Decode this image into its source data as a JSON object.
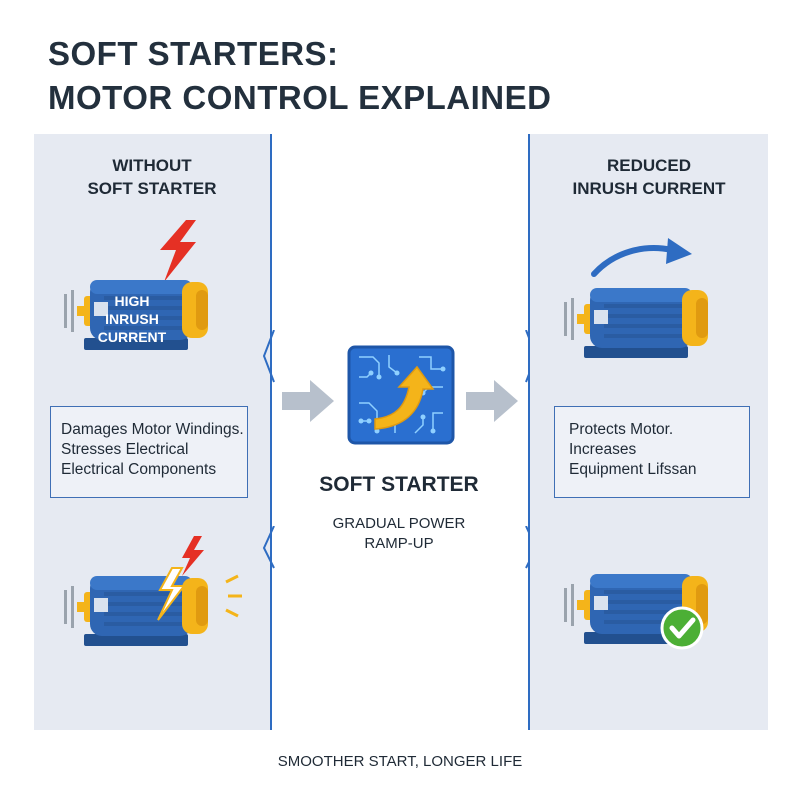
{
  "title": {
    "line1": "SOFT STARTERS:",
    "line2": "MOTOR CONTROL EXPLAINED"
  },
  "left_panel": {
    "heading_line1": "WITHOUT",
    "heading_line2": "SOFT STARTER",
    "motor_label_line1": "HIGH",
    "motor_label_line2": "INRUSH",
    "motor_label_line3": "CURRENT",
    "box_line1": "Damages Motor Windings.",
    "box_line2": "Stresses Electrical",
    "box_line3": "Electrical Components"
  },
  "center": {
    "title": "SOFT STARTER",
    "sub_line1": "GRADUAL POWER",
    "sub_line2": "RAMP-UP"
  },
  "right_panel": {
    "heading_line1": "REDUCED",
    "heading_line2": "INRUSH CURRENT",
    "box_line1": "Protects Motor.",
    "box_line2": "Increases",
    "box_line3": "Equipment Lifssan"
  },
  "footer": "SMOOTHER START, LONGER LIFE",
  "colors": {
    "panel_bg": "#e6eaf2",
    "accent_blue": "#2e6cc2",
    "motor_blue": "#2f66b3",
    "motor_dark": "#22508f",
    "end_cap_yellow": "#f4b41a",
    "lightning_red": "#e53024",
    "check_green": "#4caf35",
    "arrow_gray": "#b7c0cc"
  },
  "icons": {
    "left_top": "motor-with-lightning-icon",
    "left_bottom": "sparking-motor-icon",
    "center": "circuit-chip-icon",
    "right_top": "motor-with-smooth-arrow-icon",
    "right_bottom": "motor-with-checkmark-icon"
  }
}
